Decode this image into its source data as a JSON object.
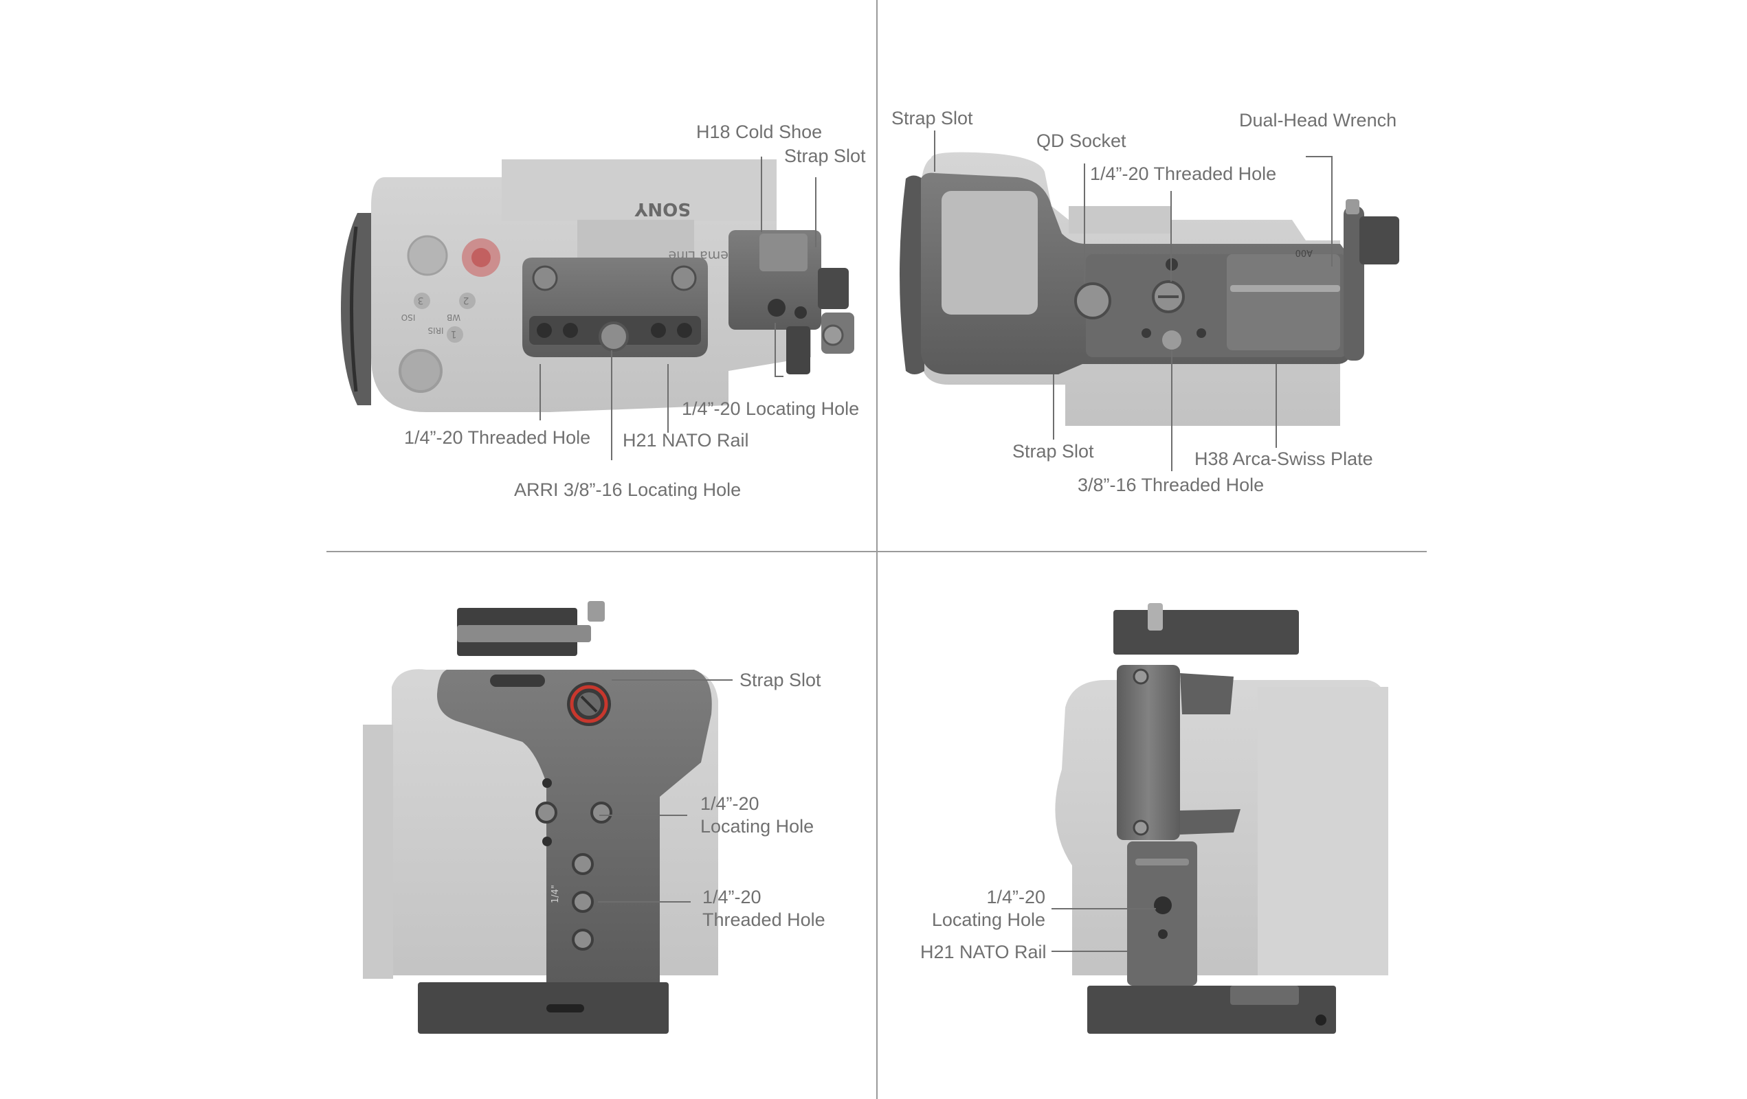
{
  "brand_mark": "SONY",
  "body_text": "ema Line",
  "engraved_marks": {
    "button_1": "1",
    "button_2": "2",
    "button_3": "3",
    "wb": "WB",
    "iso": "ISO",
    "iris": "IRIS",
    "plate_code": "A00",
    "quarter_inch": "1/4\""
  },
  "panels": {
    "top_left": {
      "labels": {
        "h18_cold_shoe": "H18 Cold Shoe",
        "strap_slot": "Strap Slot",
        "locating_hole": "1/4”-20 Locating Hole",
        "threaded_hole": "1/4”-20 Threaded Hole",
        "nato_rail": "H21 NATO Rail",
        "arri_hole": "ARRI 3/8”-16 Locating Hole"
      }
    },
    "top_right": {
      "labels": {
        "strap_slot_top": "Strap Slot",
        "qd_socket": "QD Socket",
        "threaded_hole": "1/4”-20 Threaded Hole",
        "wrench": "Dual-Head Wrench",
        "strap_slot_bottom": "Strap Slot",
        "arca_plate": "H38 Arca-Swiss Plate",
        "threaded_38": "3/8”-16 Threaded Hole"
      }
    },
    "bottom_left": {
      "labels": {
        "strap_slot": "Strap Slot",
        "locating_hole": "1/4”-20\nLocating Hole",
        "threaded_hole": "1/4”-20\nThreaded Hole"
      }
    },
    "bottom_right": {
      "labels": {
        "locating_hole": "1/4”-20\nLocating Hole",
        "nato_rail": "H21 NATO Rail"
      }
    }
  },
  "colors": {
    "background": "#ffffff",
    "divider": "#9a9a9a",
    "camera_body": "#c6c6c6",
    "cage_metal": "#6e6e6e",
    "cage_dark": "#3f3f3f",
    "label_text": "#707070",
    "accent_red": "#c8372d"
  }
}
